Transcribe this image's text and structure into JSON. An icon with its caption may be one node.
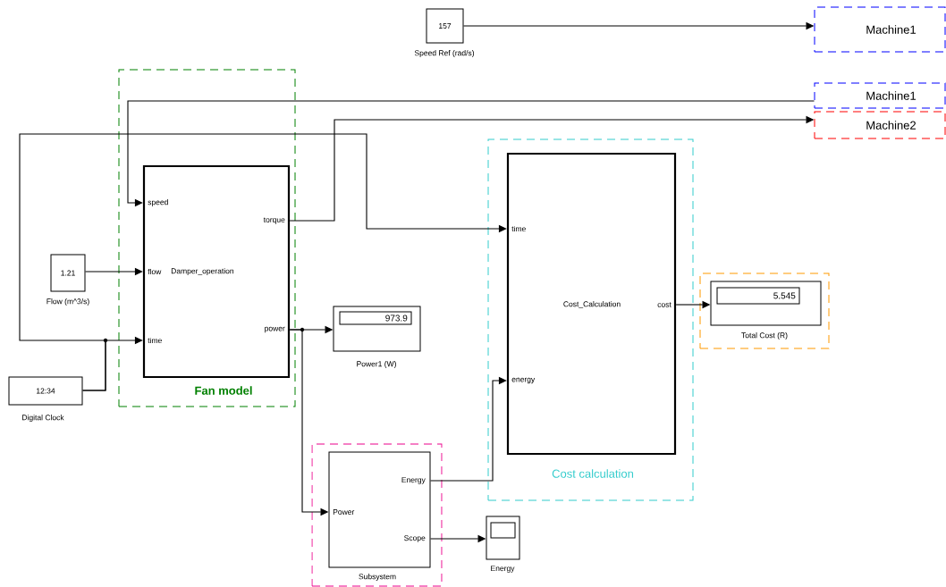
{
  "diagram": {
    "nodes": [
      {
        "text": [
          "157"
        ],
        "beside": [
          "Speed Ref (rad/s)"
        ]
      },
      {
        "text": [
          "Machine1"
        ]
      },
      {
        "text": [
          "Machine1"
        ]
      },
      {
        "text": [
          "Machine2"
        ]
      },
      {
        "text": [
          "Fan model"
        ]
      },
      {
        "text": [
          "speed",
          "torque",
          "flow",
          "Damper_operation",
          "power",
          "time"
        ],
        "in": 4
      },
      {
        "text": [
          "1.21"
        ],
        "beside": [
          "Flow (m^3/s)"
        ]
      },
      {
        "text": [
          "12:34"
        ],
        "beside": [
          "Digital Clock"
        ]
      },
      {
        "text": [
          "973.9"
        ],
        "beside": [
          "Power1 (W)"
        ]
      },
      {
        "text": [
          "Cost calculation"
        ]
      },
      {
        "text": [
          "time",
          "Cost_Calculation",
          "cost",
          "energy"
        ],
        "in": 9
      },
      {
        "text": [],
        "shape": "box"
      },
      {
        "text": [
          "5.545"
        ],
        "beside": [
          "Total Cost (R)"
        ],
        "in": 11
      },
      {
        "text": [],
        "shape": "box"
      },
      {
        "text": [
          "Energy",
          "Power",
          "Scope"
        ],
        "beside": [
          "Subsystem"
        ],
        "in": 13
      },
      {
        "text": [],
        "shape": "box",
        "beside": [
          "Energy"
        ]
      }
    ],
    "edges": [
      {
        "from": 0,
        "to": 1,
        "arrow": "to"
      },
      {
        "from": 2,
        "to": 5,
        "arrow": "to"
      },
      {
        "from": 5,
        "to": 3,
        "arrow": "to"
      },
      {
        "from": 6,
        "to": 5,
        "arrow": "to"
      },
      {
        "from": 7,
        "to": 5,
        "arrow": "to"
      },
      {
        "from": 7,
        "to": 10,
        "arrow": "to"
      },
      {
        "from": 5,
        "to": 8,
        "arrow": "to"
      },
      {
        "from": 5,
        "to": 14,
        "arrow": "to"
      },
      {
        "from": 14,
        "to": 10,
        "arrow": "to"
      },
      {
        "from": 10,
        "to": 12,
        "arrow": "to"
      },
      {
        "from": 14,
        "to": 15,
        "arrow": "to"
      }
    ]
  }
}
